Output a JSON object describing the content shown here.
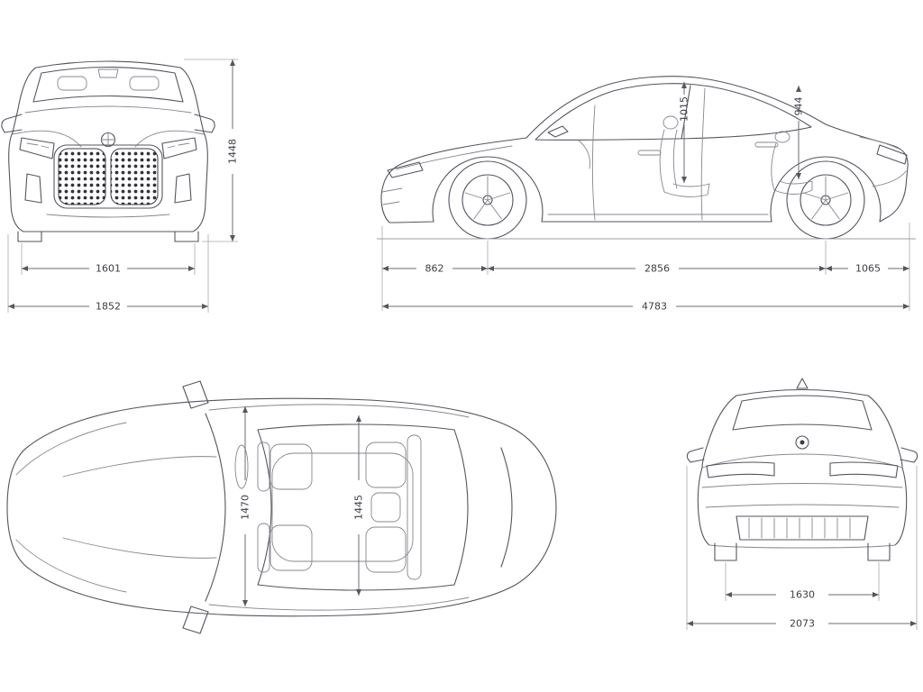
{
  "front_view": {
    "overall_height": "1448",
    "front_track": "1601",
    "overall_width": "1852"
  },
  "side_view": {
    "front_headroom": "1015",
    "rear_headroom": "944",
    "front_overhang": "862",
    "wheelbase": "2856",
    "rear_overhang": "1065",
    "overall_length": "4783"
  },
  "top_view": {
    "front_width": "1470",
    "rear_width": "1445"
  },
  "rear_view": {
    "rear_track": "1630",
    "width_with_mirrors": "2073"
  }
}
